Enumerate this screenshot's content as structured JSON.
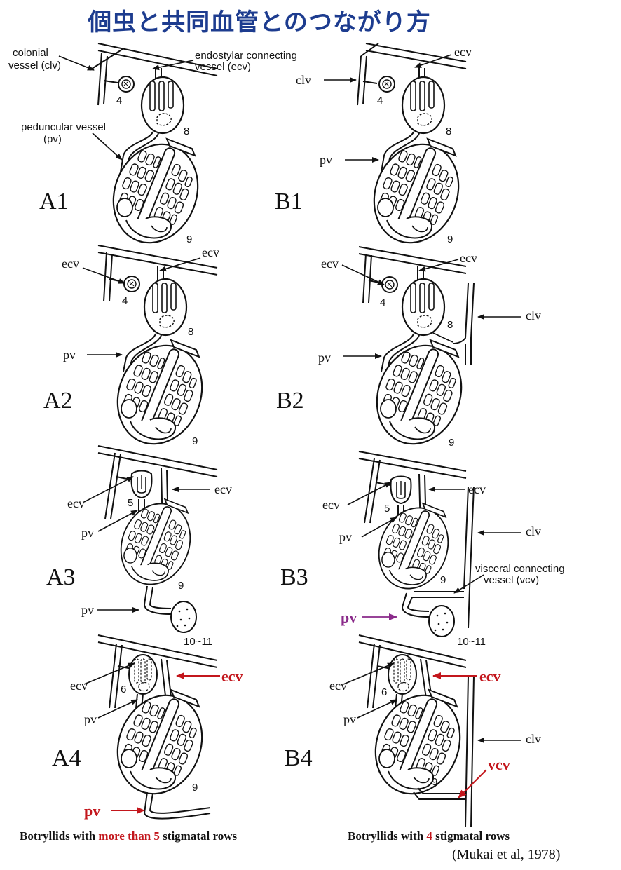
{
  "title": "個虫と共同血管とのつながり方",
  "labels": {
    "colonial_vessel": "colonial\nvessel (clv)",
    "endostylar_connecting_vessel": "endostylar connecting\nvessel  (ecv)",
    "peduncular_vessel": "peduncular vessel\n(pv)",
    "visceral_connecting_vessel": "visceral connecting\nvessel  (vcv)",
    "ecv": "ecv",
    "clv": "clv",
    "pv": "pv",
    "vcv": "vcv"
  },
  "stages": {
    "s4": "4",
    "s5": "5",
    "s6": "6",
    "s8": "8",
    "s9": "9",
    "s10_11": "10~11"
  },
  "panels": {
    "A1": "A1",
    "A2": "A2",
    "A3": "A3",
    "A4": "A4",
    "B1": "B1",
    "B2": "B2",
    "B3": "B3",
    "B4": "B4"
  },
  "captions": {
    "left": {
      "prefix": "Botryllids with ",
      "highlight": "more than 5",
      "suffix": " stigmatal rows"
    },
    "right": {
      "prefix": "Botryllids with ",
      "highlight": "4",
      "suffix": " stigmatal rows"
    }
  },
  "citation": "(Mukai et al, 1978)",
  "colors": {
    "title": "#1d3c8f",
    "red_highlight": "#c3161c",
    "purple_highlight": "#8a2a8a",
    "ink": "#111111"
  }
}
